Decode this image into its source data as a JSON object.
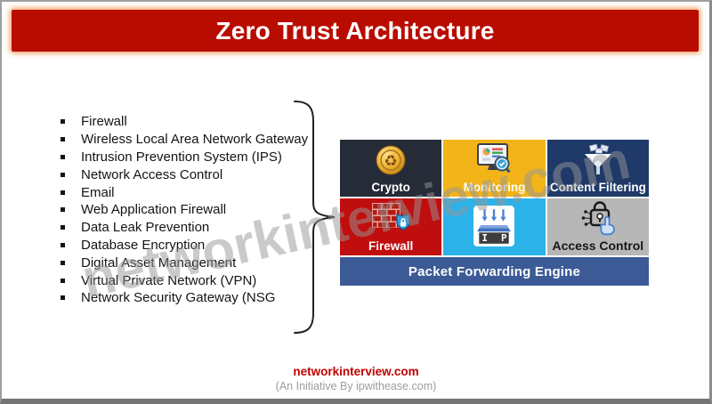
{
  "header": {
    "title": "Zero Trust Architecture"
  },
  "checklist": {
    "items": [
      "Firewall",
      "Wireless Local Area Network Gateway",
      "Intrusion Prevention System (IPS)",
      "Network Access Control",
      "Email",
      "Web Application Firewall",
      "Data Leak Prevention",
      "Database Encryption",
      "Digital Asset Management",
      "Virtual Private Network (VPN)",
      "Network Security Gateway (NSG"
    ]
  },
  "engine": {
    "tiles": [
      {
        "label": "Crypto",
        "icon": "crypto-coin-icon",
        "bg": "#262b38"
      },
      {
        "label": "Monitoring",
        "icon": "monitoring-screen-icon",
        "bg": "#f2b418"
      },
      {
        "label": "Content Filtering",
        "icon": "content-filter-funnel-icon",
        "bg": "#1f3968"
      },
      {
        "label": "Firewall",
        "icon": "firewall-brick-shield-icon",
        "bg": "#c00d0e"
      },
      {
        "label": "",
        "icon": "ips-arrows-icon",
        "icon_text": "I P S",
        "bg": "#2bb2e8"
      },
      {
        "label": "Access Control",
        "icon": "access-control-lock-hand-icon",
        "bg": "#b7b7b7"
      }
    ],
    "bottom_bar": "Packet Forwarding Engine"
  },
  "watermark": {
    "text": "networkinterview.com"
  },
  "footer": {
    "site": "networkinterview.com",
    "tagline": "(An Initiative By ipwithease.com)"
  },
  "colors": {
    "header_red": "#b90c00",
    "tile_crypto": "#262b38",
    "tile_monitoring": "#f2b418",
    "tile_content_filtering": "#1f3968",
    "tile_firewall": "#c00d0e",
    "tile_ips": "#2bb2e8",
    "tile_access_control": "#b7b7b7",
    "bar_blue": "#3b5a96",
    "footer_red": "#c00000"
  }
}
